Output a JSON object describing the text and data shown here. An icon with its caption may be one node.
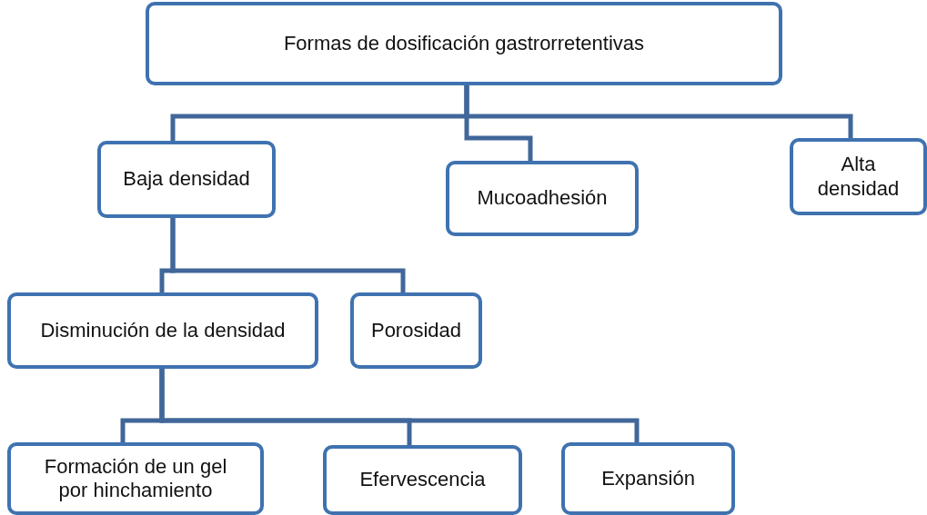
{
  "diagram": {
    "nodes": [
      {
        "text": [
          "Formas de dosificación gastrorretentivas"
        ]
      },
      {
        "text": [
          "Baja densidad"
        ]
      },
      {
        "text": [
          "Mucoadhesión"
        ]
      },
      {
        "text": [
          "Alta densidad"
        ]
      },
      {
        "text": [
          "Disminución de la densidad"
        ]
      },
      {
        "text": [
          "Porosidad"
        ]
      },
      {
        "text": [
          "Formación de un gel por hinchamiento"
        ]
      },
      {
        "text": [
          "Efervescencia"
        ]
      },
      {
        "text": [
          "Expansión"
        ]
      }
    ],
    "edges": [
      {
        "from": 0,
        "to": 1,
        "arrow": "none"
      },
      {
        "from": 0,
        "to": 2,
        "arrow": "none"
      },
      {
        "from": 0,
        "to": 3,
        "arrow": "none"
      },
      {
        "from": 1,
        "to": 4,
        "arrow": "none"
      },
      {
        "from": 1,
        "to": 5,
        "arrow": "none"
      },
      {
        "from": 4,
        "to": 6,
        "arrow": "none"
      },
      {
        "from": 4,
        "to": 7,
        "arrow": "none"
      },
      {
        "from": 4,
        "to": 8,
        "arrow": "none"
      }
    ]
  }
}
